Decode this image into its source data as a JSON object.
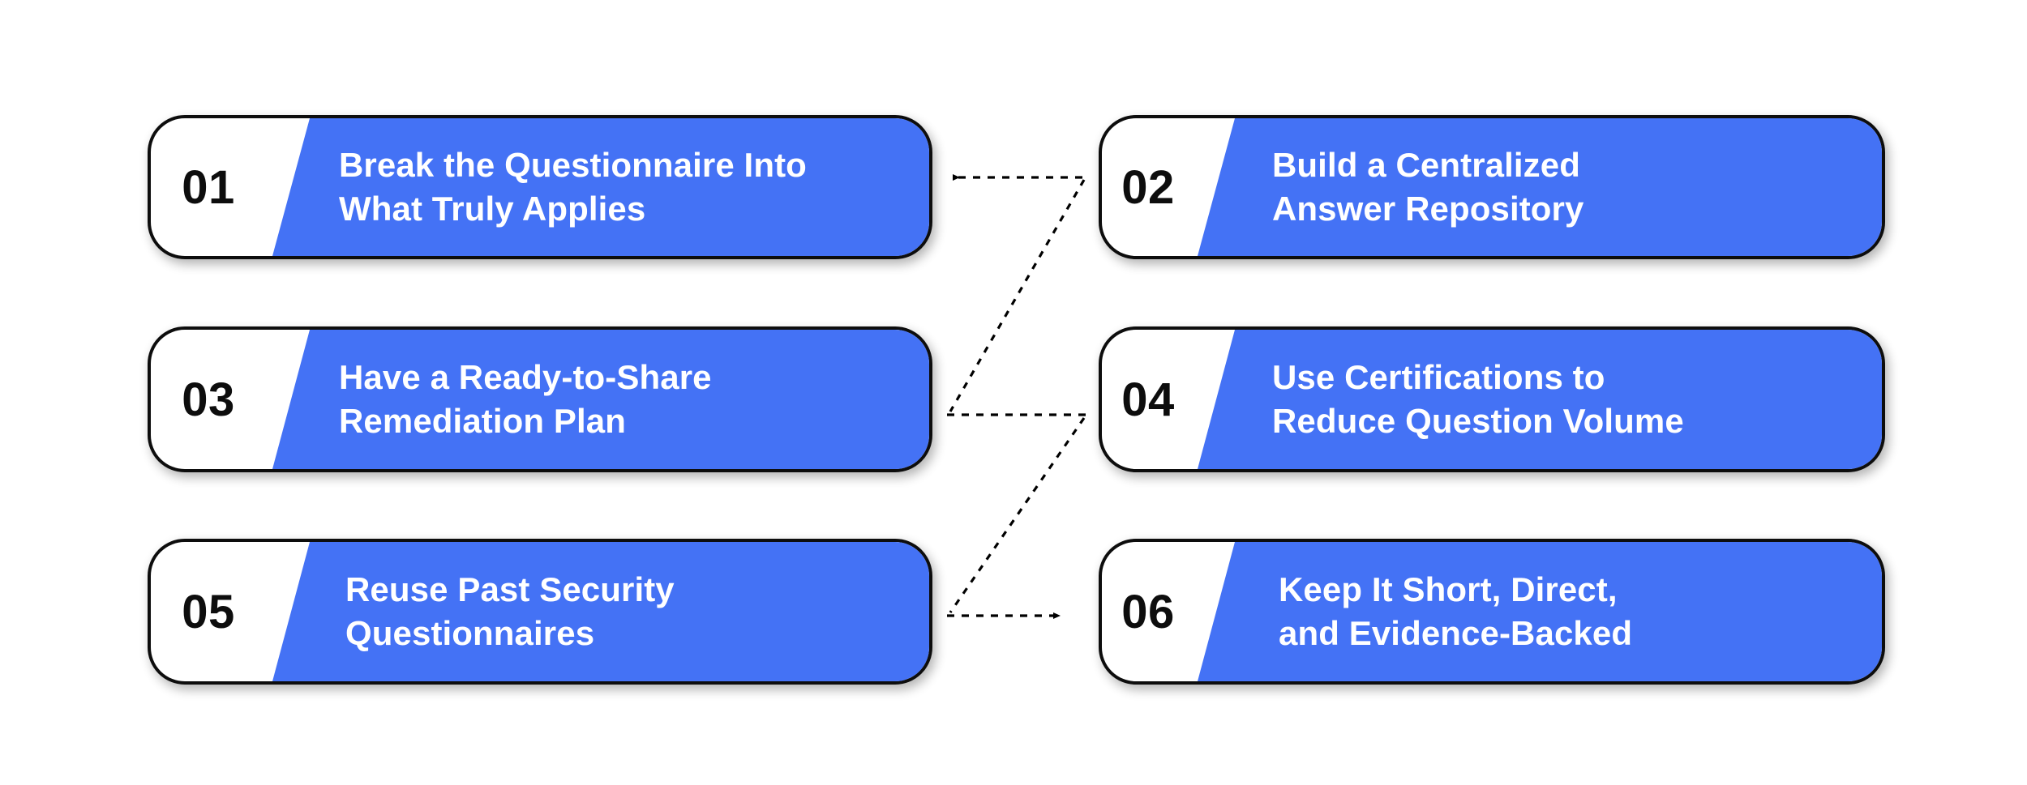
{
  "diagram": {
    "type": "process-steps",
    "title_semantic": "Six tips for handling security questionnaires",
    "background_color": "#ffffff",
    "accent_color": "#4472f5",
    "number_color": "#0d0d0d",
    "title_color": "#ffffff",
    "border_color": "#0d0d0d",
    "connector_color": "#000000",
    "connector_style": "dotted-zigzag"
  },
  "cards": [
    {
      "number": "01",
      "column": "left",
      "row": 1,
      "title_lines": [
        "Break the Questionnaire Into",
        "What Truly Applies"
      ],
      "title_full": "Break the Questionnaire Into What Truly Applies"
    },
    {
      "number": "02",
      "column": "right",
      "row": 1,
      "title_lines": [
        "Build a Centralized",
        "Answer Repository"
      ],
      "title_full": "Build a Centralized Answer Repository"
    },
    {
      "number": "03",
      "column": "left",
      "row": 2,
      "title_lines": [
        "Have a Ready-to-Share",
        "Remediation Plan"
      ],
      "title_full": "Have a Ready-to-Share Remediation Plan"
    },
    {
      "number": "04",
      "column": "right",
      "row": 2,
      "title_lines": [
        "Use Certifications to",
        "Reduce Question Volume"
      ],
      "title_full": "Use Certifications to Reduce Question Volume"
    },
    {
      "number": "05",
      "column": "left",
      "row": 3,
      "title_lines": [
        "Reuse Past Security",
        "Questionnaires"
      ],
      "title_full": "Reuse Past Security Questionnaires"
    },
    {
      "number": "06",
      "column": "right",
      "row": 3,
      "title_lines": [
        "Keep It Short, Direct,",
        "and Evidence-Backed"
      ],
      "title_full": "Keep It Short, Direct, and Evidence-Backed"
    }
  ],
  "connectors": [
    {
      "name": "connector-02-to-01",
      "from": "02",
      "to": "01",
      "direction": "left",
      "arrowhead": "start"
    },
    {
      "name": "connector-03-to-04",
      "from": "03",
      "to": "04",
      "direction": "right",
      "arrowhead": "none"
    },
    {
      "name": "connector-05-to-06",
      "from": "05",
      "to": "06",
      "direction": "right",
      "arrowhead": "end"
    }
  ]
}
